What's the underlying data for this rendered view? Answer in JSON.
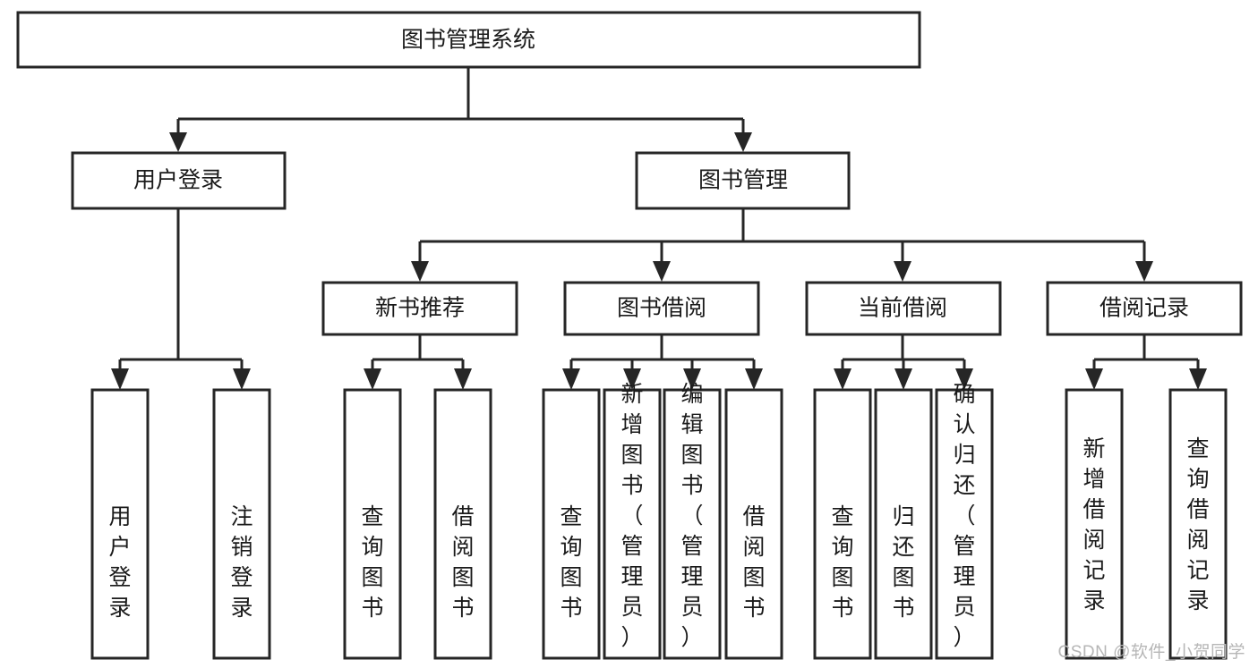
{
  "diagram": {
    "title": "图书管理系统",
    "type": "tree-hierarchy-diagram",
    "colors": {
      "stroke": "#262626",
      "fill": "#ffffff",
      "text": "#1a1a1a",
      "watermark": "#b6b6b6"
    },
    "levels": {
      "root": {
        "label": "图书管理系统"
      },
      "level2": [
        {
          "label": "用户登录"
        },
        {
          "label": "图书管理"
        }
      ],
      "level3": [
        {
          "label": "新书推荐"
        },
        {
          "label": "图书借阅"
        },
        {
          "label": "当前借阅"
        },
        {
          "label": "借阅记录"
        }
      ],
      "leaves": {
        "user_login": [
          {
            "label": "用户登录"
          },
          {
            "label": "注销登录"
          }
        ],
        "new_book_recommend": [
          {
            "label": "查询图书"
          },
          {
            "label": "借阅图书"
          }
        ],
        "book_borrow": [
          {
            "label": "查询图书"
          },
          {
            "label": "新增图书（管理员）"
          },
          {
            "label": "编辑图书（管理员）"
          },
          {
            "label": "借阅图书"
          }
        ],
        "current_borrow": [
          {
            "label": "查询图书"
          },
          {
            "label": "归还图书"
          },
          {
            "label": "确认归还（管理员）"
          }
        ],
        "borrow_record": [
          {
            "label": "新增借阅记录"
          },
          {
            "label": "查询借阅记录"
          }
        ]
      }
    }
  },
  "watermark": {
    "text": "CSDN @软件_小贺同学"
  }
}
